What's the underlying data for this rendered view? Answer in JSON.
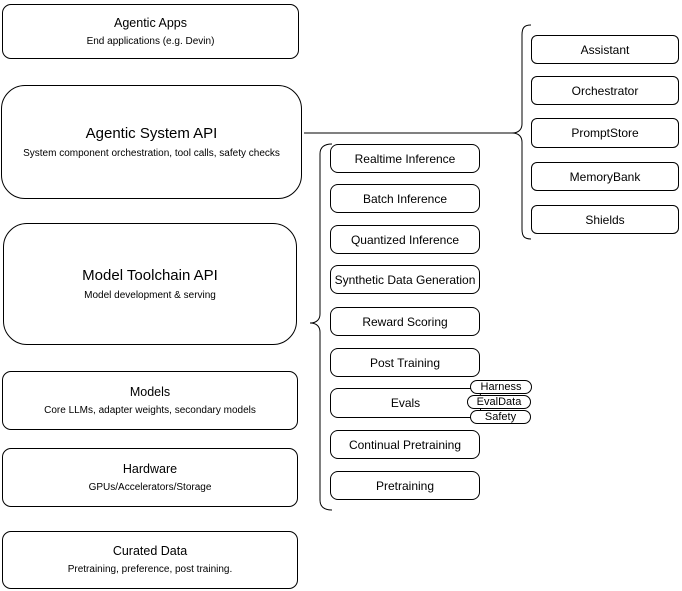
{
  "diagram": {
    "left_boxes": [
      {
        "title": "Agentic Apps",
        "subtitle": "End applications (e.g. Devin)"
      },
      {
        "title": "Agentic System API",
        "subtitle": "System component orchestration, tool calls, safety checks"
      },
      {
        "title": "Model Toolchain API",
        "subtitle": "Model development & serving"
      },
      {
        "title": "Models",
        "subtitle": "Core LLMs, adapter weights, secondary models"
      },
      {
        "title": "Hardware",
        "subtitle": "GPUs/Accelerators/Storage"
      },
      {
        "title": "Curated Data",
        "subtitle": "Pretraining, preference, post training."
      }
    ],
    "toolchain_services": [
      "Realtime Inference",
      "Batch Inference",
      "Quantized Inference",
      "Synthetic Data Generation",
      "Reward Scoring",
      "Post Training",
      "Evals",
      "Continual Pretraining",
      "Pretraining"
    ],
    "eval_tags": [
      "Harness",
      "EvalData",
      "Safety"
    ],
    "system_components": [
      "Assistant",
      "Orchestrator",
      "PromptStore",
      "MemoryBank",
      "Shields"
    ],
    "colors": {
      "stroke": "#000000",
      "fill": "#ffffff",
      "background": "#ffffff"
    }
  }
}
